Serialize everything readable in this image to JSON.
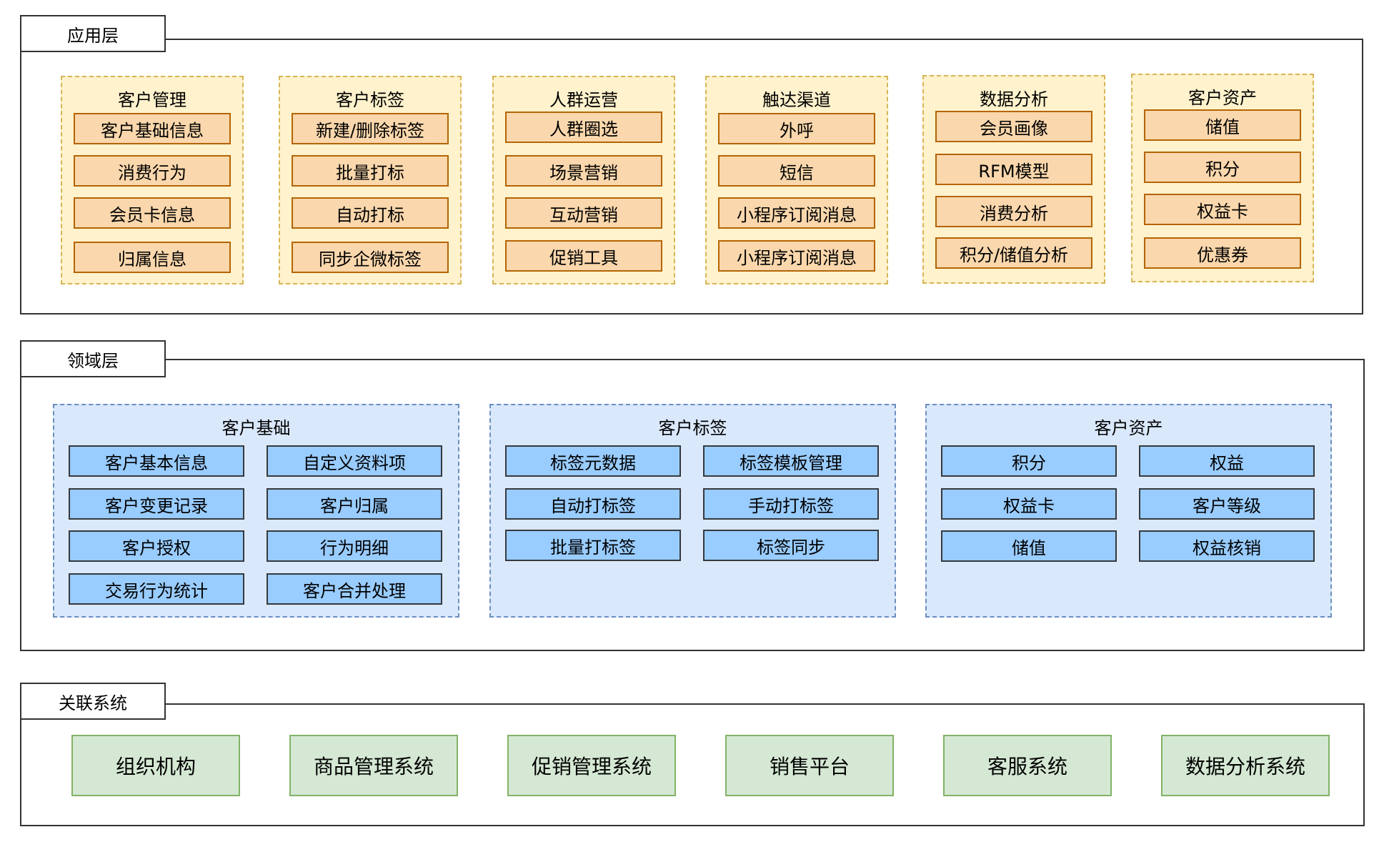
{
  "layers": {
    "application": {
      "label": "应用层",
      "groups": [
        {
          "title": "客户管理",
          "items": [
            "客户基础信息",
            "消费行为",
            "会员卡信息",
            "归属信息"
          ]
        },
        {
          "title": "客户标签",
          "items": [
            "新建/删除标签",
            "批量打标",
            "自动打标",
            "同步企微标签"
          ]
        },
        {
          "title": "人群运营",
          "items": [
            "人群圈选",
            "场景营销",
            "互动营销",
            "促销工具"
          ]
        },
        {
          "title": "触达渠道",
          "items": [
            "外呼",
            "短信",
            "小程序订阅消息",
            "小程序订阅消息"
          ]
        },
        {
          "title": "数据分析",
          "items": [
            "会员画像",
            "RFM模型",
            "消费分析",
            "积分/储值分析"
          ]
        },
        {
          "title": "客户资产",
          "items": [
            "储值",
            "积分",
            "权益卡",
            "优惠券"
          ]
        }
      ]
    },
    "domain": {
      "label": "领域层",
      "groups": [
        {
          "title": "客户基础",
          "items": [
            "客户基本信息",
            "自定义资料项",
            "客户变更记录",
            "客户归属",
            "客户授权",
            "行为明细",
            "交易行为统计",
            "客户合并处理"
          ]
        },
        {
          "title": "客户标签",
          "items": [
            "标签元数据",
            "标签模板管理",
            "自动打标签",
            "手动打标签",
            "批量打标签",
            "标签同步"
          ]
        },
        {
          "title": "客户资产",
          "items": [
            "积分",
            "权益",
            "权益卡",
            "客户等级",
            "储值",
            "权益核销"
          ]
        }
      ]
    },
    "related": {
      "label": "关联系统",
      "items": [
        "组织机构",
        "商品管理系统",
        "促销管理系统",
        "销售平台",
        "客服系统",
        "数据分析系统"
      ]
    }
  },
  "colors": {
    "app_group_fill": "#fff2cc",
    "app_item_fill": "#fad7ac",
    "domain_group_fill": "#dae8fc",
    "domain_item_fill": "#99ccff",
    "system_fill": "#d5e8d4"
  }
}
